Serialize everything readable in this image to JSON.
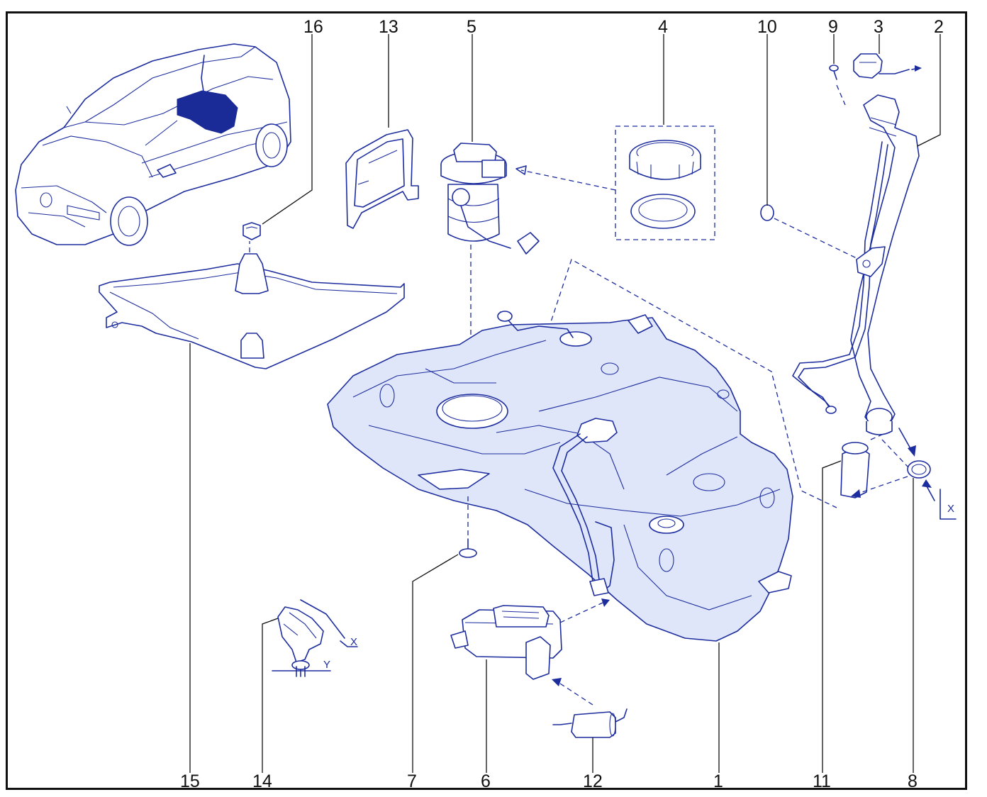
{
  "callouts": [
    {
      "id": "c16",
      "label": "16"
    },
    {
      "id": "c13",
      "label": "13"
    },
    {
      "id": "c5",
      "label": "5"
    },
    {
      "id": "c4",
      "label": "4"
    },
    {
      "id": "c10",
      "label": "10"
    },
    {
      "id": "c9",
      "label": "9"
    },
    {
      "id": "c3",
      "label": "3"
    },
    {
      "id": "c2",
      "label": "2"
    },
    {
      "id": "c15",
      "label": "15"
    },
    {
      "id": "c14",
      "label": "14"
    },
    {
      "id": "c7",
      "label": "7"
    },
    {
      "id": "c6",
      "label": "6"
    },
    {
      "id": "c12",
      "label": "12"
    },
    {
      "id": "c1",
      "label": "1"
    },
    {
      "id": "c11",
      "label": "11"
    },
    {
      "id": "c8",
      "label": "8"
    }
  ],
  "dimensions": {
    "clip_x": "X",
    "clip_y": "Y",
    "clamp_x": "X"
  },
  "colors": {
    "line": "#1d2d9e",
    "fill": "#dfe6fa",
    "frame": "#111111"
  }
}
